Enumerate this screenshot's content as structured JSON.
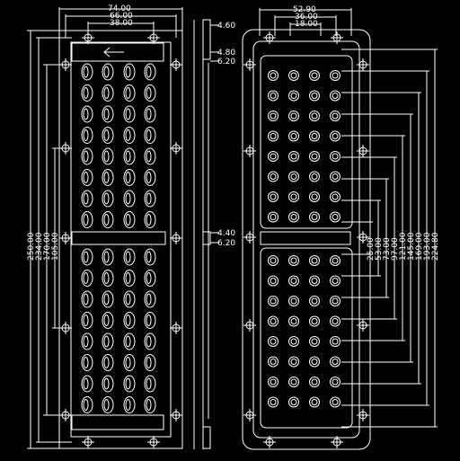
{
  "colors": {
    "background": "#000000",
    "line": "#ffffff"
  },
  "front_view": {
    "top_dims": [
      "74.00",
      "66.00",
      "38.00"
    ],
    "side_dims": [
      "250.00",
      "234.00",
      "170.00",
      "105.00"
    ],
    "lens_columns": 4,
    "lens_rows_per_module": 8
  },
  "side_view": {
    "dims": [
      "4.60",
      "4.80",
      "6.20",
      "4.40",
      "6.20"
    ]
  },
  "back_view": {
    "top_dims": [
      "52.90",
      "36.00",
      "18.00"
    ],
    "right_dims": [
      "25.00",
      "53.00",
      "73.00",
      "97.00",
      "121.00",
      "145.00",
      "169.00",
      "193.00",
      "224.80"
    ],
    "hole_columns": 4,
    "hole_rows_per_module": 8
  }
}
